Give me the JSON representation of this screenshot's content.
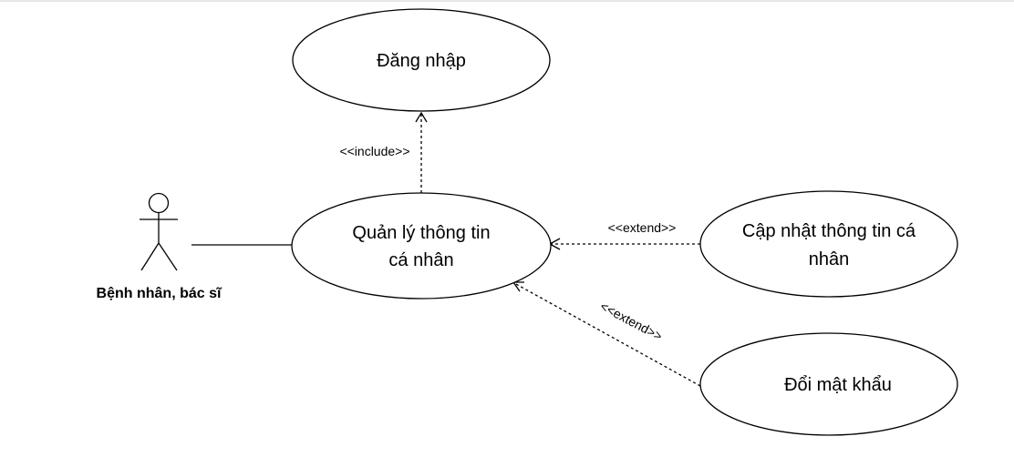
{
  "diagram": {
    "actor": {
      "label": "Bệnh nhân, bác sĩ"
    },
    "use_cases": {
      "login": {
        "label": "Đăng nhập"
      },
      "manage_personal_info": {
        "line1": "Quản lý thông tin",
        "line2": "cá nhân"
      },
      "update_personal_info": {
        "line1": "Cập nhật thông tin cá",
        "line2": "nhân"
      },
      "change_password": {
        "label": "Đổi mật khẩu"
      }
    },
    "relations": {
      "include_login": {
        "label": "<<include>>"
      },
      "extend_update": {
        "label": "<<extend>>"
      },
      "extend_password": {
        "label": "<<extend>>"
      }
    },
    "colors": {
      "stroke": "#000000",
      "fill": "#ffffff",
      "text": "#000000"
    }
  }
}
